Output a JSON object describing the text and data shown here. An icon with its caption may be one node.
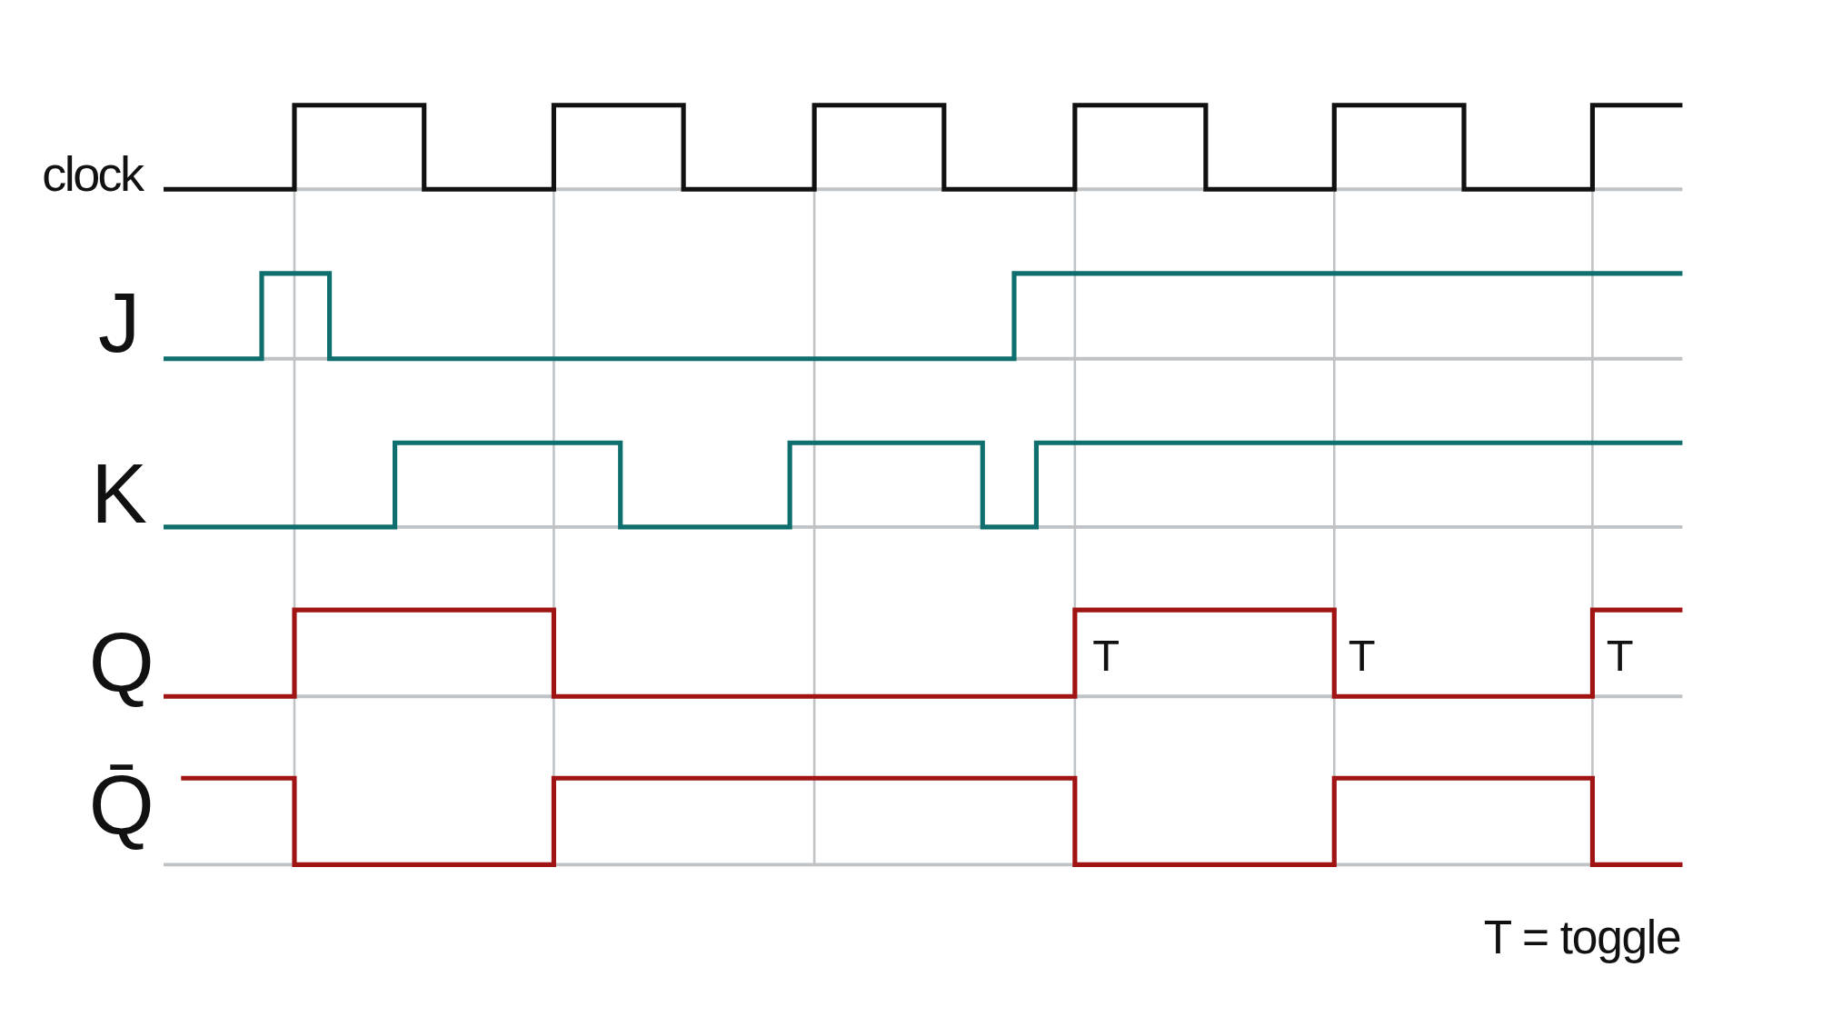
{
  "diagram": {
    "labels": [
      "clock",
      "J",
      "K",
      "Q",
      "Q̄",
      "T",
      "T",
      "T",
      "T = toggle"
    ]
  }
}
